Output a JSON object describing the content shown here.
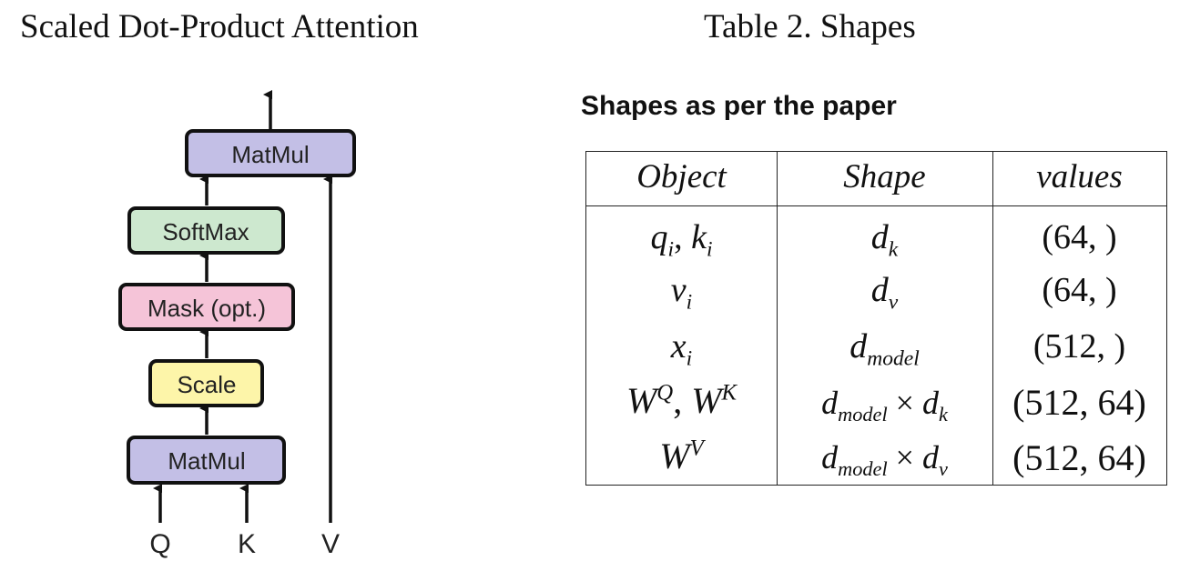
{
  "left_title": "Scaled Dot-Product Attention",
  "right_title": "Table 2. Shapes",
  "table_heading": "Shapes as per the paper",
  "diagram": {
    "boxes": [
      {
        "id": "matmul_top",
        "label": "MatMul",
        "color": "#c3bfe6"
      },
      {
        "id": "softmax",
        "label": "SoftMax",
        "color": "#cde8cf"
      },
      {
        "id": "mask",
        "label": "Mask (opt.)",
        "color": "#f5c4d8"
      },
      {
        "id": "scale",
        "label": "Scale",
        "color": "#fdf5a9"
      },
      {
        "id": "matmul_bottom",
        "label": "MatMul",
        "color": "#c3bfe6"
      }
    ],
    "inputs": [
      "Q",
      "K",
      "V"
    ]
  },
  "table": {
    "headers": [
      "Object",
      "Shape",
      "values"
    ],
    "rows": [
      {
        "object": "q_i, k_i",
        "shape": "d_k",
        "values": "(64, )"
      },
      {
        "object": "v_i",
        "shape": "d_v",
        "values": "(64, )"
      },
      {
        "object": "x_i",
        "shape": "d_model",
        "values": "(512, )"
      },
      {
        "object": "W^Q, W^K",
        "shape": "d_model × d_k",
        "values": "(512, 64)"
      },
      {
        "object": "W^V",
        "shape": "d_model × d_v",
        "values": "(512, 64)"
      }
    ]
  }
}
